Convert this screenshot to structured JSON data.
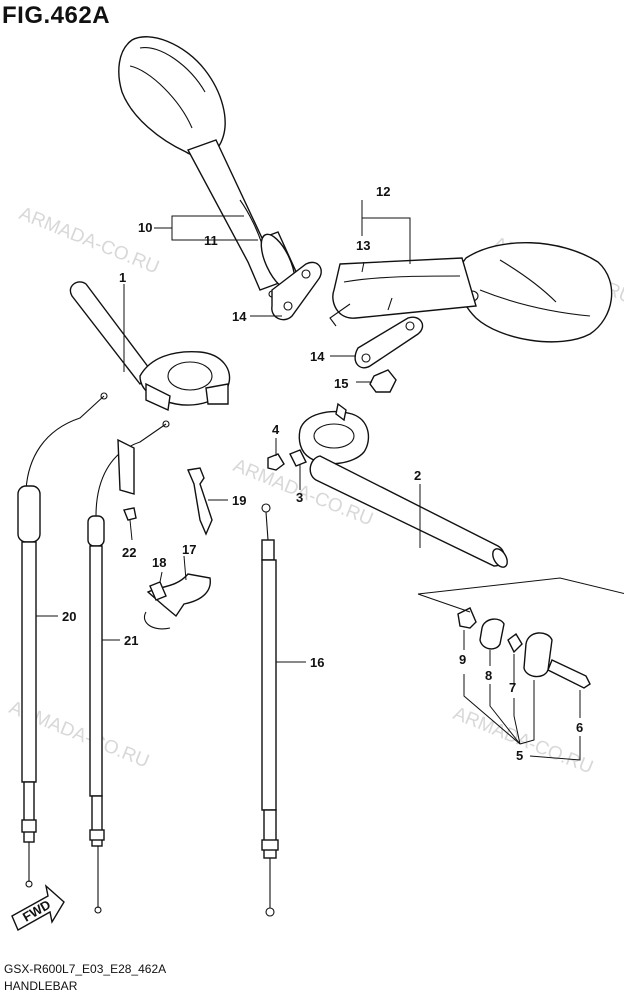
{
  "figure": {
    "title": "FIG.462A",
    "model_code": "GSX-R600L7_E03_E28_462A",
    "section_name": "HANDLEBAR"
  },
  "watermark": "ARMADA-CO.RU",
  "fwd_label": "FWD",
  "callouts": {
    "c1": "1",
    "c2": "2",
    "c3": "3",
    "c4": "4",
    "c5": "5",
    "c6": "6",
    "c7": "7",
    "c8": "8",
    "c9": "9",
    "c10": "10",
    "c11": "11",
    "c12": "12",
    "c13": "13",
    "c14a": "14",
    "c14b": "14",
    "c15": "15",
    "c16": "16",
    "c17": "17",
    "c18": "18",
    "c19": "19",
    "c20": "20",
    "c21": "21",
    "c22": "22"
  }
}
